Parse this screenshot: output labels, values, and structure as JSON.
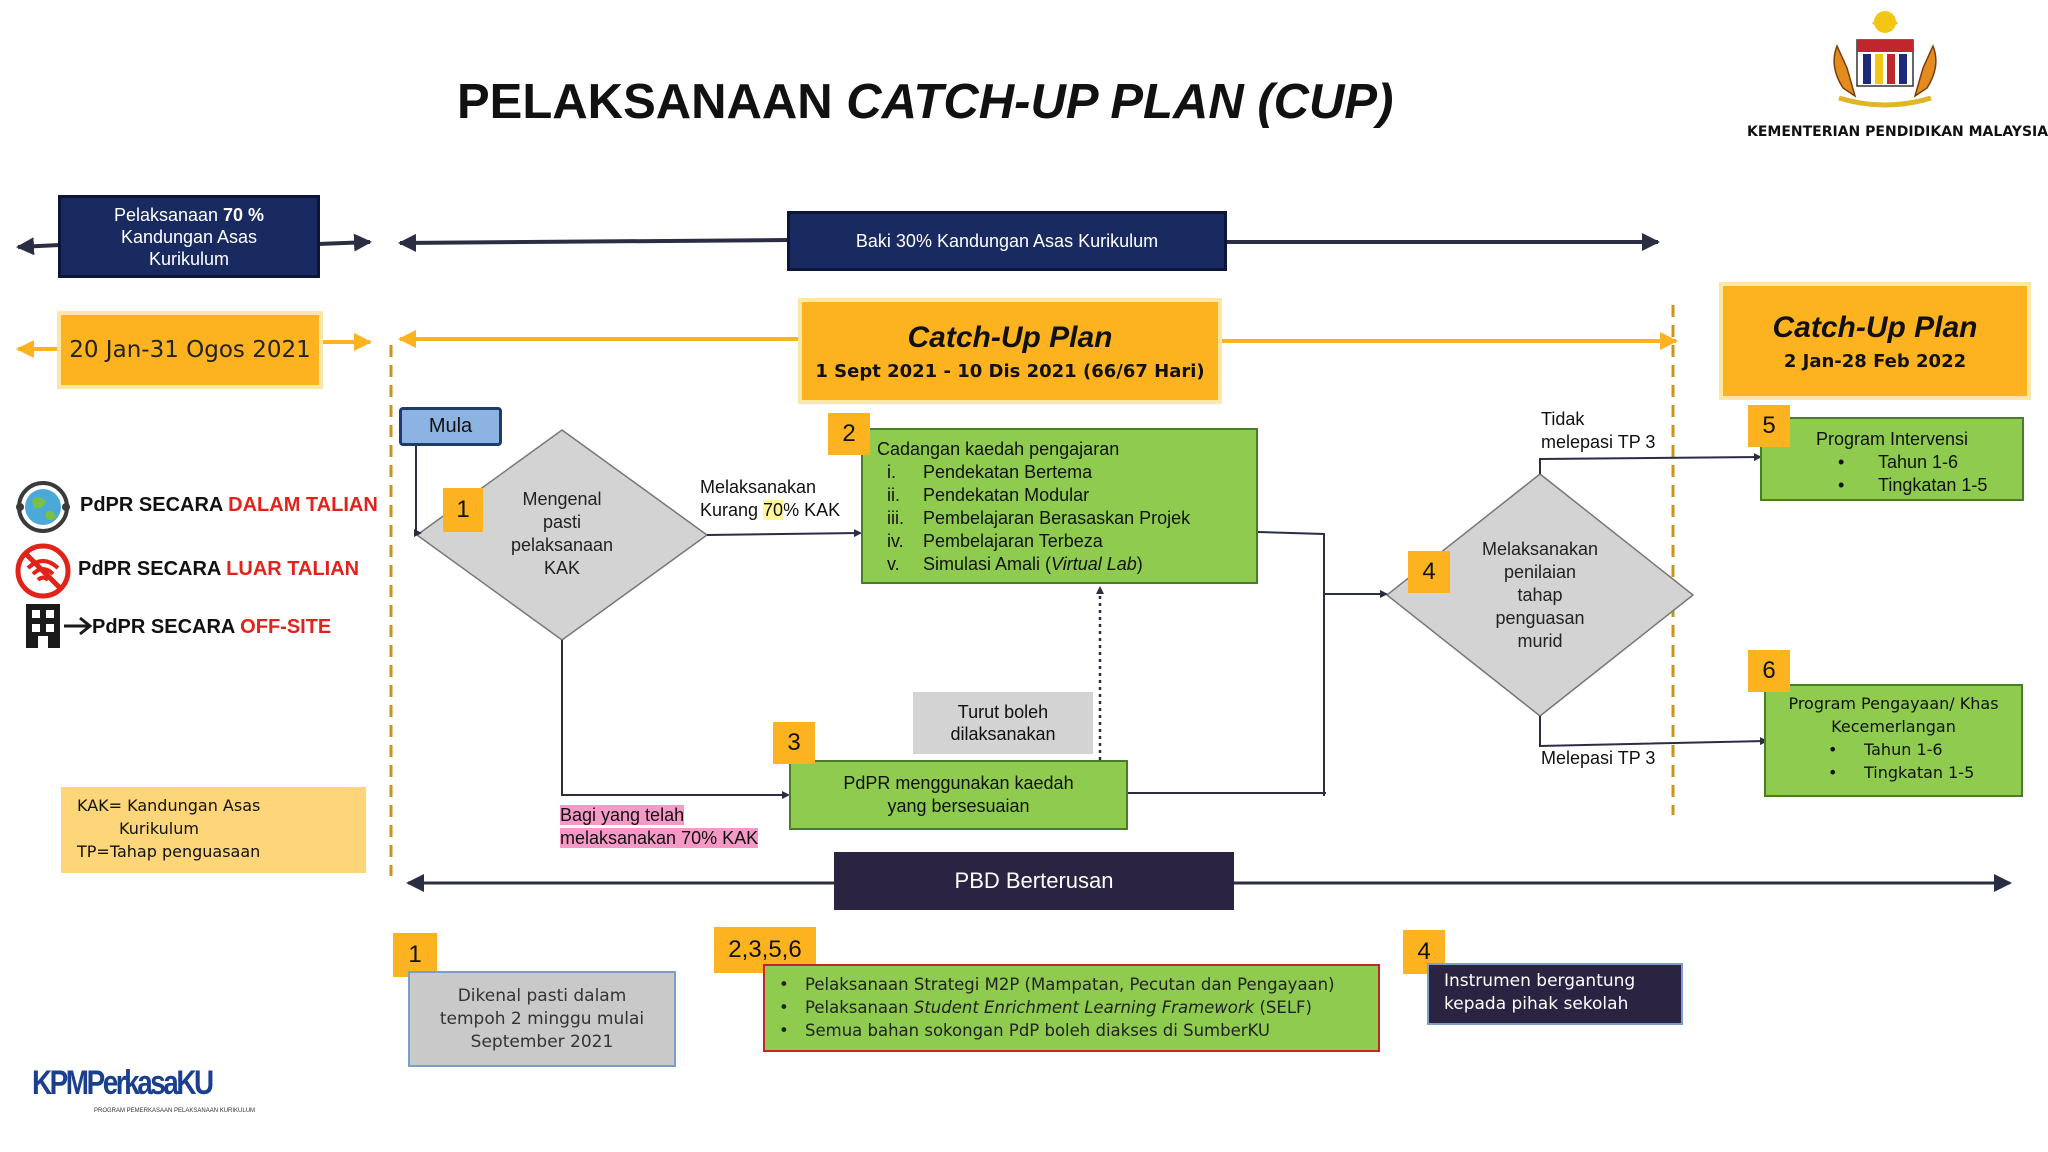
{
  "title_plain": "PELAKSANAAN ",
  "title_italic": "CATCH-UP PLAN (CUP)",
  "ministry": "KEMENTERIAN PENDIDIKAN MALAYSIA",
  "top_left": {
    "pre": "Pelaksanaan ",
    "bold": "70 %",
    "line2": "Kandungan Asas",
    "line3": "Kurikulum"
  },
  "baki": "Baki 30% Kandungan Asas Kurikulum",
  "date_left": "20 Jan-31 Ogos 2021",
  "cup_main": {
    "title": "Catch-Up Plan",
    "dates": "1 Sept 2021 - 10 Dis 2021 (66/67 Hari)"
  },
  "cup_right": {
    "title": "Catch-Up Plan",
    "dates": "2 Jan-28 Feb 2022"
  },
  "pdpr": {
    "dalam": {
      "pre": "PdPR SECARA ",
      "hl": "DALAM TALIAN"
    },
    "luar": {
      "pre": "PdPR SECARA ",
      "hl": "LUAR TALIAN"
    },
    "off": {
      "pre": "PdPR SECARA ",
      "hl": "OFF-SITE"
    }
  },
  "mula": "Mula",
  "diamond1": [
    "Mengenal",
    "pasti",
    "pelaksanaan",
    "KAK"
  ],
  "label_kurang": {
    "line1": "Melaksanakan",
    "pre": "Kurang ",
    "hl": "70",
    "post": "% KAK"
  },
  "box2": {
    "title": "Cadangan kaedah pengajaran",
    "items": [
      {
        "num": "i.",
        "text": "Pendekatan Bertema"
      },
      {
        "num": "ii.",
        "text": "Pendekatan Modular"
      },
      {
        "num": "iii.",
        "text": "Pembelajaran Berasaskan Projek"
      },
      {
        "num": "iv.",
        "text": "Pembelajaran Terbeza"
      },
      {
        "num": "v.",
        "text": "Simulasi Amali (",
        "italic": "Virtual Lab",
        "after": ")"
      }
    ]
  },
  "turut": [
    "Turut boleh",
    "dilaksanakan"
  ],
  "box3": [
    "PdPR menggunakan kaedah",
    "yang bersesuaian"
  ],
  "bagi": [
    "Bagi yang telah",
    "melaksanakan 70% KAK"
  ],
  "diamond4": [
    "Melaksanakan",
    "penilaian",
    "tahap",
    "penguasan",
    "murid"
  ],
  "tidak": [
    "Tidak",
    "melepasi TP 3"
  ],
  "melepasi": "Melepasi TP 3",
  "box5": {
    "title": "Program Intervensi",
    "items": [
      "Tahun 1-6",
      "Tingkatan 1-5"
    ]
  },
  "box6": {
    "title": [
      "Program Pengayaan/ Khas",
      "Kecemerlangan"
    ],
    "items": [
      "Tahun 1-6",
      "Tingkatan 1-5"
    ]
  },
  "legend": [
    "KAK= Kandungan Asas",
    "Kurikulum",
    "TP=Tahap penguasaan"
  ],
  "pbd": "PBD Berterusan",
  "nums": {
    "n1": "1",
    "n2": "2",
    "n3": "3",
    "n4": "4",
    "n5": "5",
    "n6": "6",
    "n2356": "2,3,5,6"
  },
  "note1": [
    "Dikenal pasti dalam",
    "tempoh 2 minggu mulai",
    "September 2021"
  ],
  "note2": [
    {
      "pre": "Pelaksanaan Strategi M2P (Mampatan, Pecutan dan Pengayaan)"
    },
    {
      "pre": "Pelaksanaan ",
      "italic": "Student Enrichment Learning Framework",
      "after": " (SELF)"
    },
    {
      "pre": "Semua bahan sokongan PdP boleh diakses di SumberKU"
    }
  ],
  "note4": [
    "Instrumen bergantung",
    "kepada pihak sekolah"
  ],
  "logo": {
    "main": "KPMPerkasaKU",
    "sub": "PROGRAM PEMERKASAAN PELAKSANAAN KURIKULUM"
  },
  "colors": {
    "navy": "#182a5f",
    "orange": "#fdb21f",
    "green": "#8ecb4f",
    "grey": "#d3d3d4",
    "red": "#e2231a",
    "pink": "#f59ac6"
  }
}
